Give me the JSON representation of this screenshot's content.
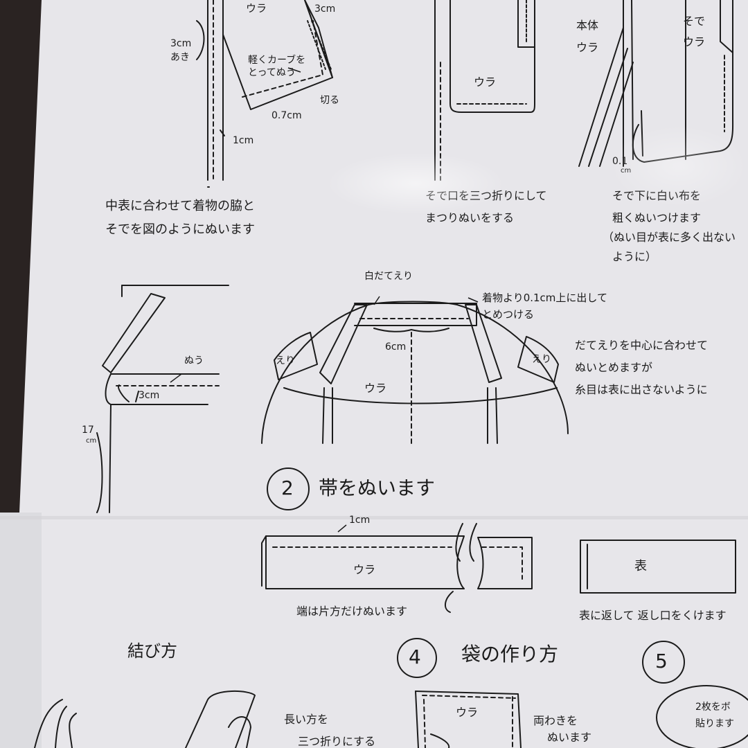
{
  "section1": {
    "diagram_a": {
      "label_ura": "ウラ",
      "label_3cm_top": "3cm",
      "label_3cm_left": "3cm",
      "label_aki": "あき",
      "label_curve_1": "軽くカーブを",
      "label_curve_2": "とってぬう",
      "label_cut": "切る",
      "label_07cm": "0.7cm",
      "label_1cm": "1cm",
      "caption_line1": "中表に合わせて着物の脇と",
      "caption_line2": "そでを図のようにぬいます"
    },
    "diagram_b": {
      "label_ura": "ウラ",
      "caption_line1": "そで口を三つ折りにして",
      "caption_line2": "まつりぬいをする"
    },
    "diagram_c": {
      "label_hontai": "本体",
      "label_ura_left": "ウラ",
      "label_sode": "そで",
      "label_ura_right": "ウラ",
      "label_01cm_1": "0.1",
      "label_01cm_2": "cm",
      "caption_line1": "そで下に白い布を",
      "caption_line2": "粗くぬいつけます",
      "caption_line3": "（ぬい目が表に多く出ない",
      "caption_line4": "ように）"
    }
  },
  "collar": {
    "label_nuu": "ぬう",
    "label_3cm": "3cm",
    "label_17cm_1": "17",
    "label_17cm_2": "cm",
    "label_white_collar": "白だてえり",
    "label_above": "着物より0.1cm上に出して",
    "label_above_2": "とめつける",
    "label_6cm": "6cm",
    "label_eri_left": "えり",
    "label_eri_right": "えり",
    "label_ura": "ウラ",
    "note_line1": "だてえりを中心に合わせて",
    "note_line2": "ぬいとめますが",
    "note_line3": "糸目は表に出さないように"
  },
  "section2": {
    "number": "2",
    "title": "帯をぬいます",
    "label_1cm": "1cm",
    "label_ura": "ウラ",
    "label_omote": "表",
    "caption_left": "端は片方だけぬいます",
    "caption_right": "表に返して 返し口をくけます"
  },
  "section3": {
    "title": "結び方",
    "note_line1": "長い方を",
    "note_line2": "三つ折りにする"
  },
  "section4": {
    "number": "4",
    "title": "袋の作り方",
    "label_ura": "ウラ",
    "note_line1": "両わきを",
    "note_line2": "ぬいます"
  },
  "section5": {
    "number": "5",
    "note_line1": "2枚をボ",
    "note_line2": "貼ります"
  },
  "colors": {
    "paper": "#e9e8ec",
    "ink": "#1b1b1b",
    "background": "#2a2322"
  }
}
